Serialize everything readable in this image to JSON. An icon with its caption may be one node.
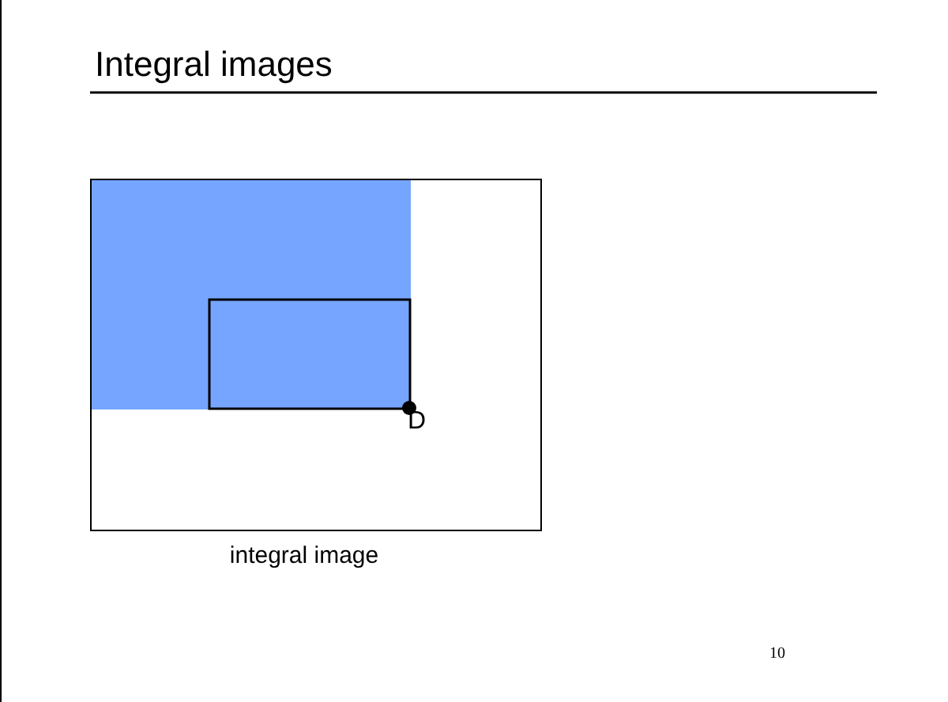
{
  "diagram": {
    "title": "Integral images",
    "nodes": [
      {
        "text": [],
        "shape": "box",
        "beside": [
          "integral image"
        ]
      }
    ],
    "labels": [
      "D",
      "10"
    ]
  }
}
